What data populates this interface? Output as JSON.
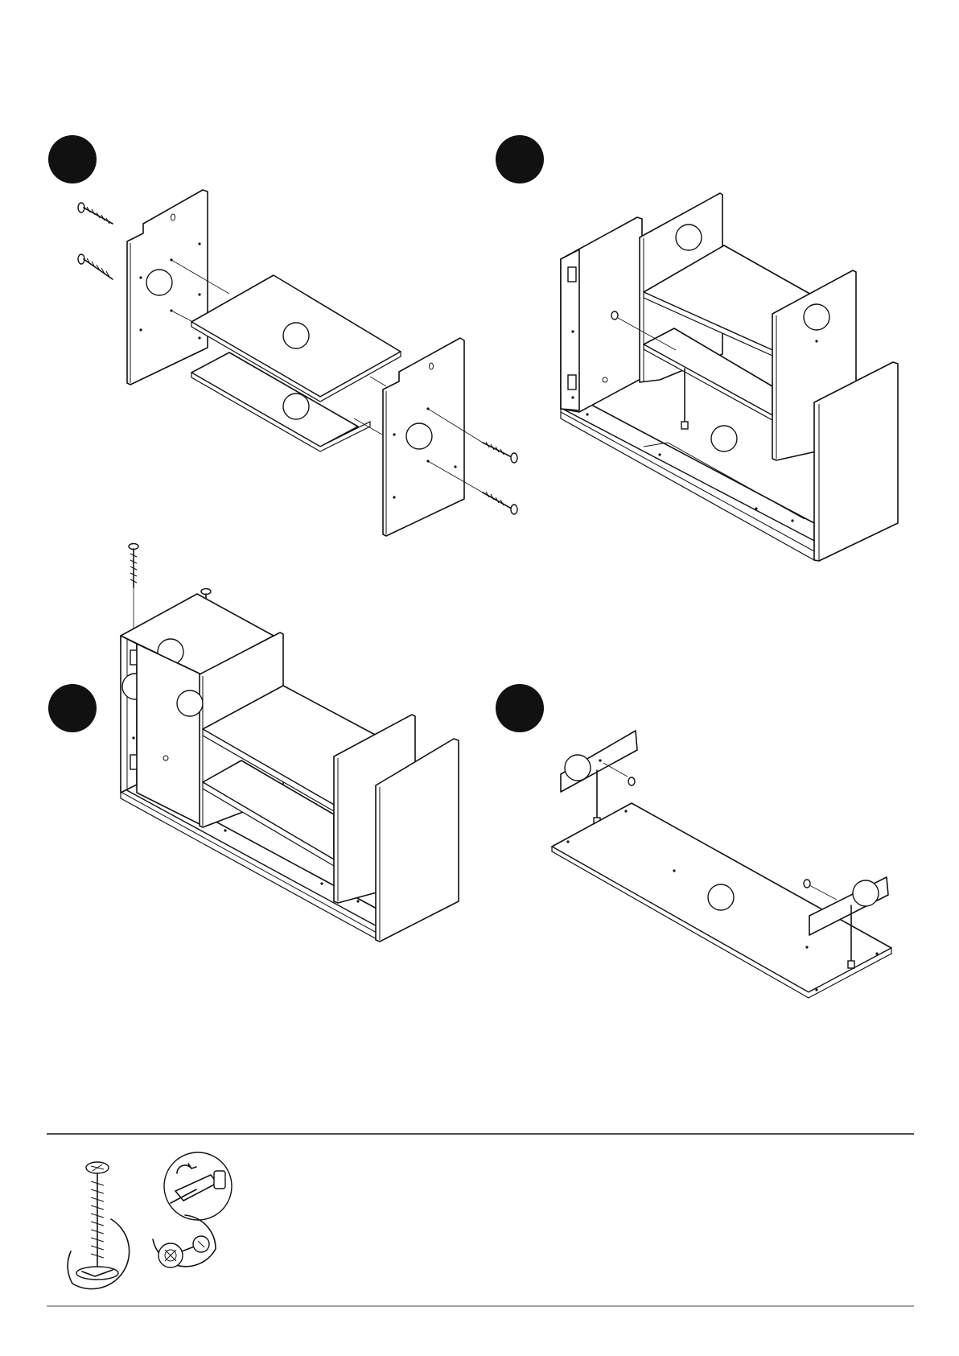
{
  "document": {
    "type": "assembly-instructions-page",
    "steps": [
      {
        "id": 1,
        "description_icon": "step-badge"
      },
      {
        "id": 2,
        "description_icon": "step-badge"
      },
      {
        "id": 3,
        "description_icon": "step-badge"
      },
      {
        "id": 4,
        "description_icon": "step-badge"
      }
    ],
    "legend": {
      "items": [
        "screw-tightening-icon",
        "cam-lock-turn-icon",
        "cam-lock-detail-icon"
      ]
    },
    "colors": {
      "ink": "#111111",
      "paper": "#ffffff"
    }
  }
}
